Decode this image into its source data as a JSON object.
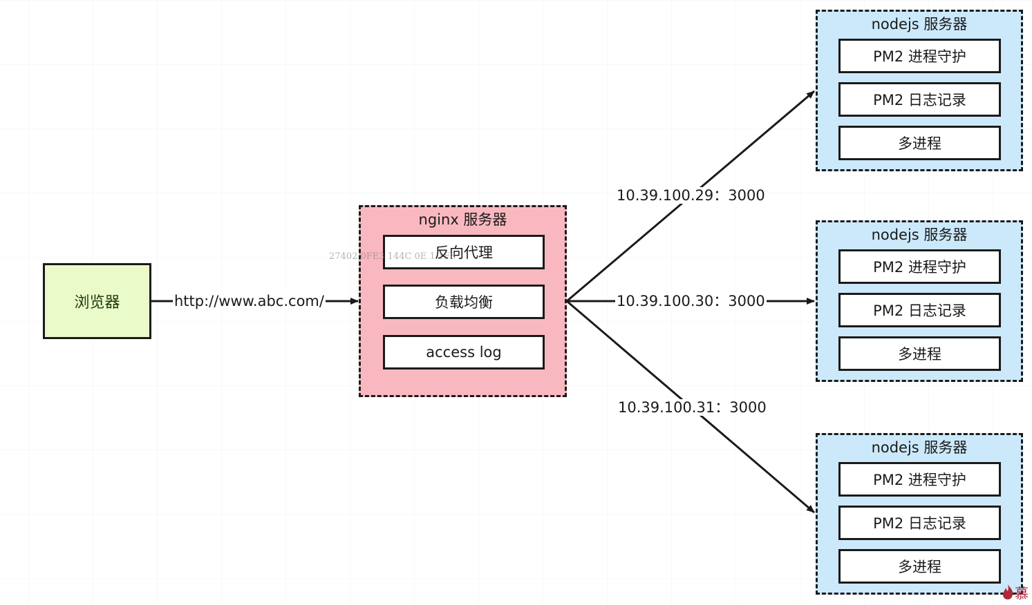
{
  "diagram": {
    "browser": {
      "label": "浏览器"
    },
    "request_label": "http://www.abc.com/",
    "nginx": {
      "title": "nginx 服务器",
      "items": [
        "反向代理",
        "负载均衡",
        "access log"
      ]
    },
    "upstreams": [
      {
        "label": "10.39.100.29：3000"
      },
      {
        "label": "10.39.100.30：3000"
      },
      {
        "label": "10.39.100.31：3000"
      }
    ],
    "nodejs_servers": [
      {
        "title": "nodejs 服务器",
        "items": [
          "PM2 进程守护",
          "PM2 日志记录",
          "多进程"
        ]
      },
      {
        "title": "nodejs 服务器",
        "items": [
          "PM2 进程守护",
          "PM2 日志记录",
          "多进程"
        ]
      },
      {
        "title": "nodejs 服务器",
        "items": [
          "PM2 进程守护",
          "PM2 日志记录",
          "多进程"
        ]
      }
    ],
    "watermark": "27402 0FE3 144C 0E 1 1F8",
    "logo_glyph": "慕"
  },
  "colors": {
    "browser_fill": "#eafac8",
    "nginx_fill": "#f9b8bf",
    "nodejs_fill": "#cbe9fb",
    "line": "#1a1a1a"
  }
}
